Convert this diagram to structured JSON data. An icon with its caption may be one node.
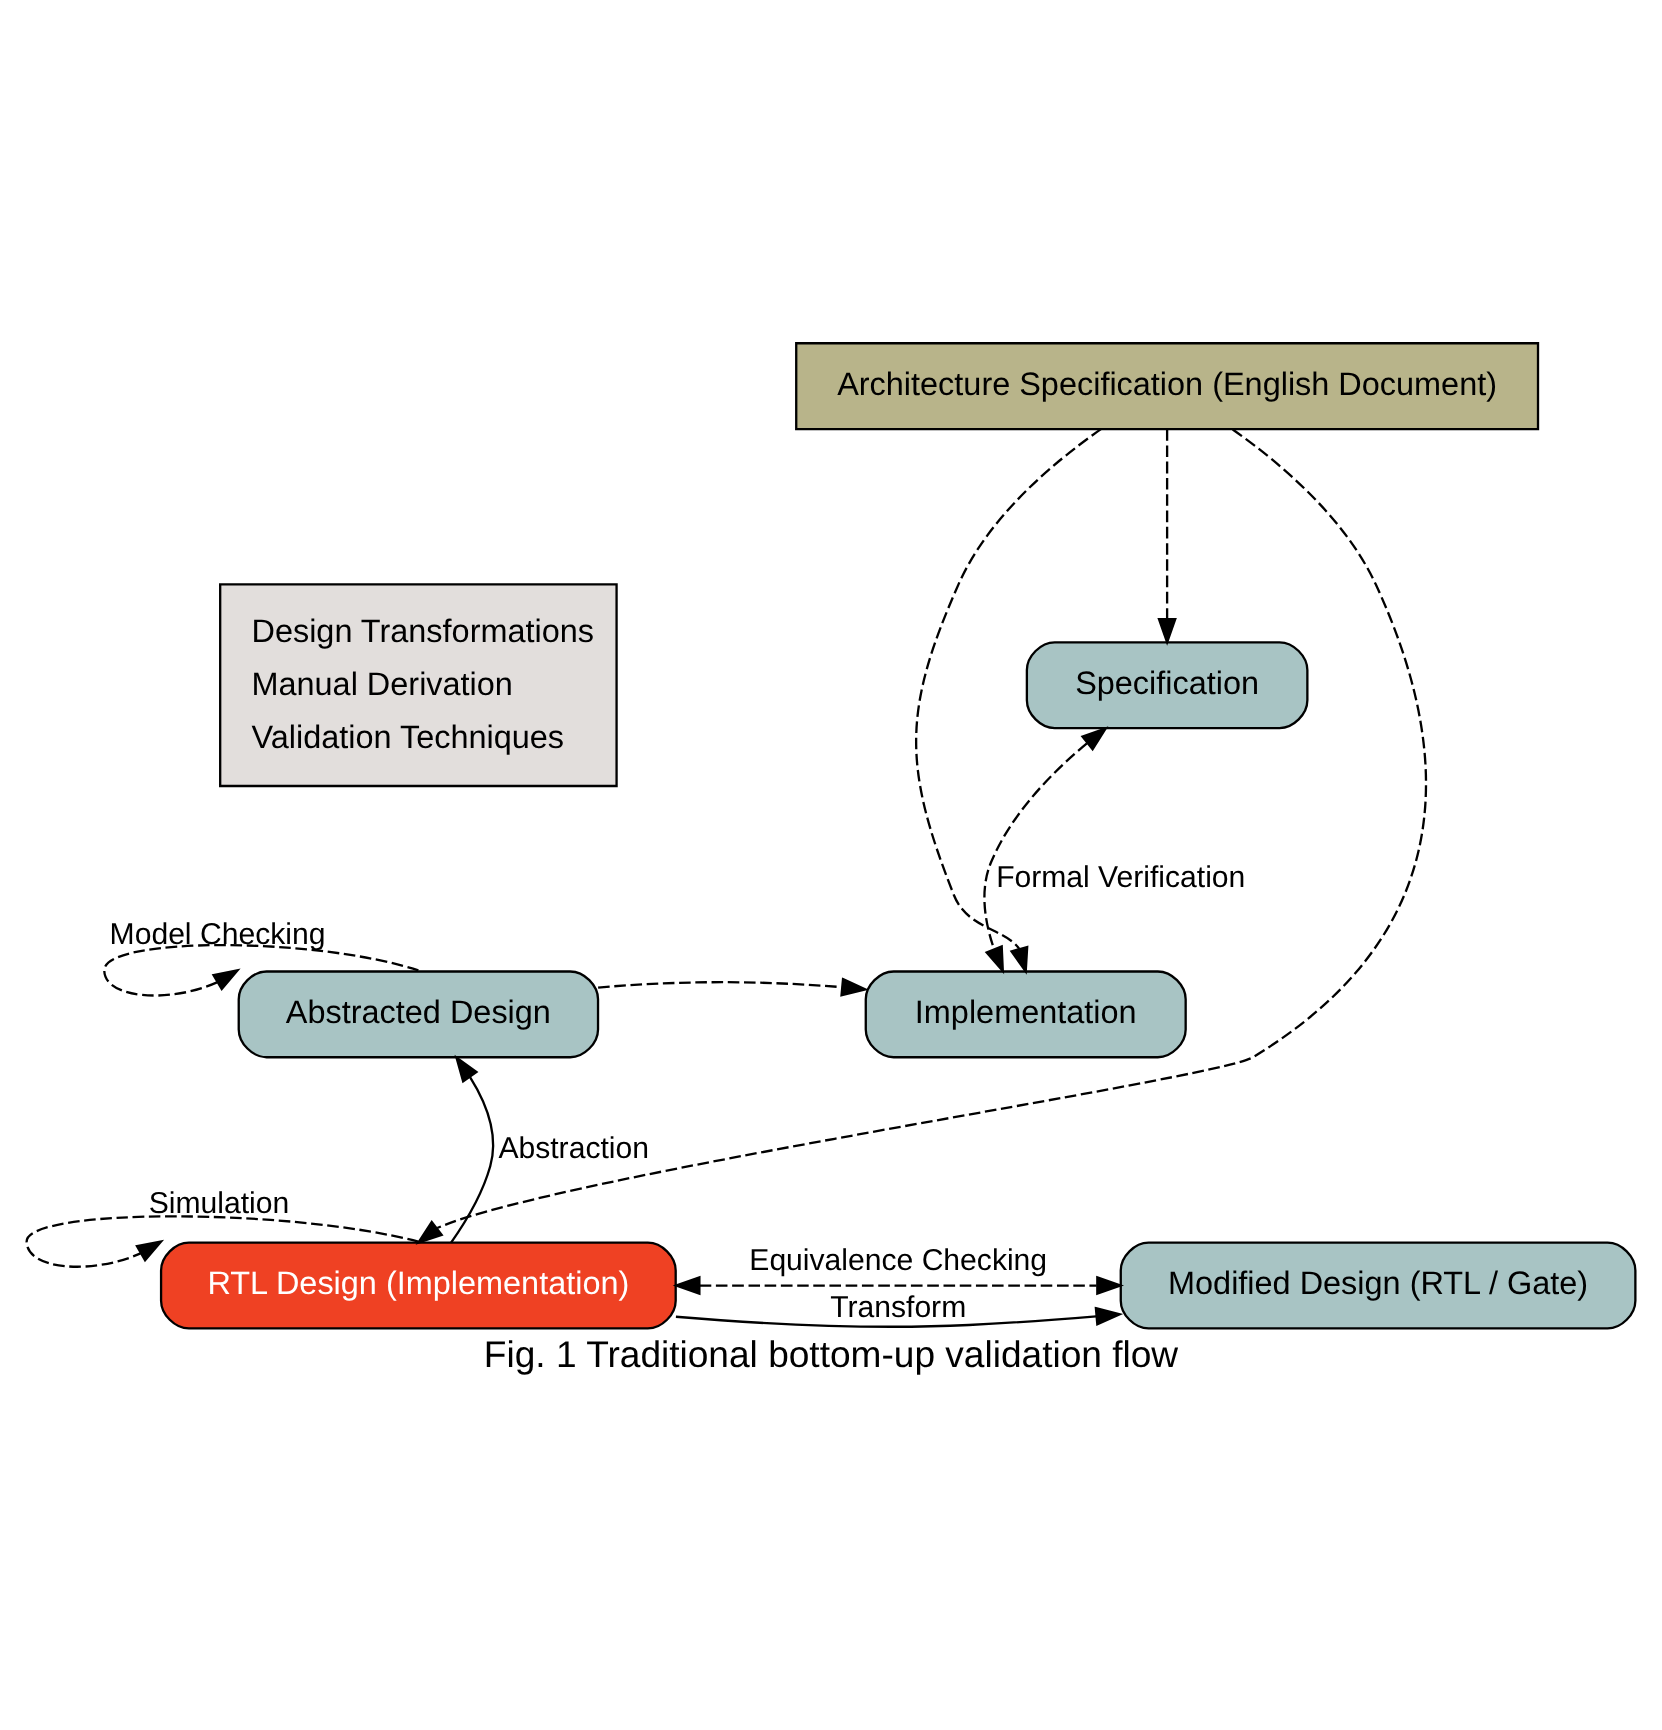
{
  "diagram": {
    "caption": "Fig. 1 Traditional bottom-up validation flow",
    "nodes": [
      {
        "text": [
          "Architecture Specification (English Document)"
        ]
      },
      {
        "text": [
          "Specification"
        ]
      },
      {
        "text": [
          "Abstracted Design"
        ]
      },
      {
        "text": [
          "Implementation"
        ]
      },
      {
        "text": [
          "RTL Design (Implementation)"
        ]
      },
      {
        "text": [
          "Modified Design (RTL / Gate)"
        ]
      }
    ],
    "edges": [
      {
        "from": 0,
        "to": 1,
        "arrow": "to",
        "style": "dashed"
      },
      {
        "from": 0,
        "to": 3,
        "arrow": "to",
        "style": "dashed"
      },
      {
        "from": 0,
        "to": 4,
        "arrow": "to",
        "style": "dashed"
      },
      {
        "from": 2,
        "to": 3,
        "arrow": "to",
        "style": "dashed"
      },
      {
        "from": 4,
        "to": 2,
        "arrow": "to",
        "label": "Abstraction"
      },
      {
        "from": 4,
        "to": 5,
        "arrow": "to",
        "label": "Transform"
      },
      {
        "from": 1,
        "to": 3,
        "arrow": "both",
        "style": "dashed",
        "label": "Formal Verification"
      },
      {
        "from": 2,
        "to": 2,
        "arrow": "to",
        "style": "dashed",
        "label": "Model Checking"
      },
      {
        "from": 4,
        "to": 4,
        "arrow": "to",
        "style": "dashed",
        "label": "Simulation"
      },
      {
        "from": 4,
        "to": 5,
        "arrow": "both",
        "style": "dashed",
        "label": "Equivalence Checking"
      }
    ],
    "legend": [
      {
        "text": "Design Transformations"
      },
      {
        "text": "Manual Derivation"
      },
      {
        "text": "Validation Techniques"
      }
    ]
  }
}
